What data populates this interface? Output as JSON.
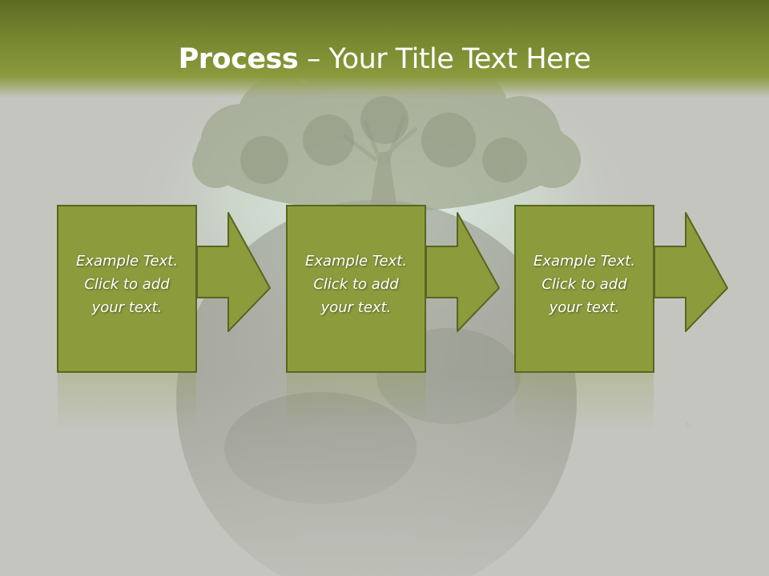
{
  "slide": {
    "title_strong": "Process",
    "title_rest": " – Your Title Text Here",
    "colors": {
      "header": "#76872f",
      "box_fill": "#8c9b3c",
      "box_border": "#58661f",
      "arrow_fill": "#8c9b3c",
      "background": "#c3c5be"
    },
    "steps": [
      {
        "line1": "Example Text.",
        "line2": "Click  to add",
        "line3": "your text."
      },
      {
        "line1": "Example Text.",
        "line2": "Click  to add",
        "line3": "your text."
      },
      {
        "line1": "Example Text.",
        "line2": "Click  to add",
        "line3": "your text."
      }
    ]
  }
}
